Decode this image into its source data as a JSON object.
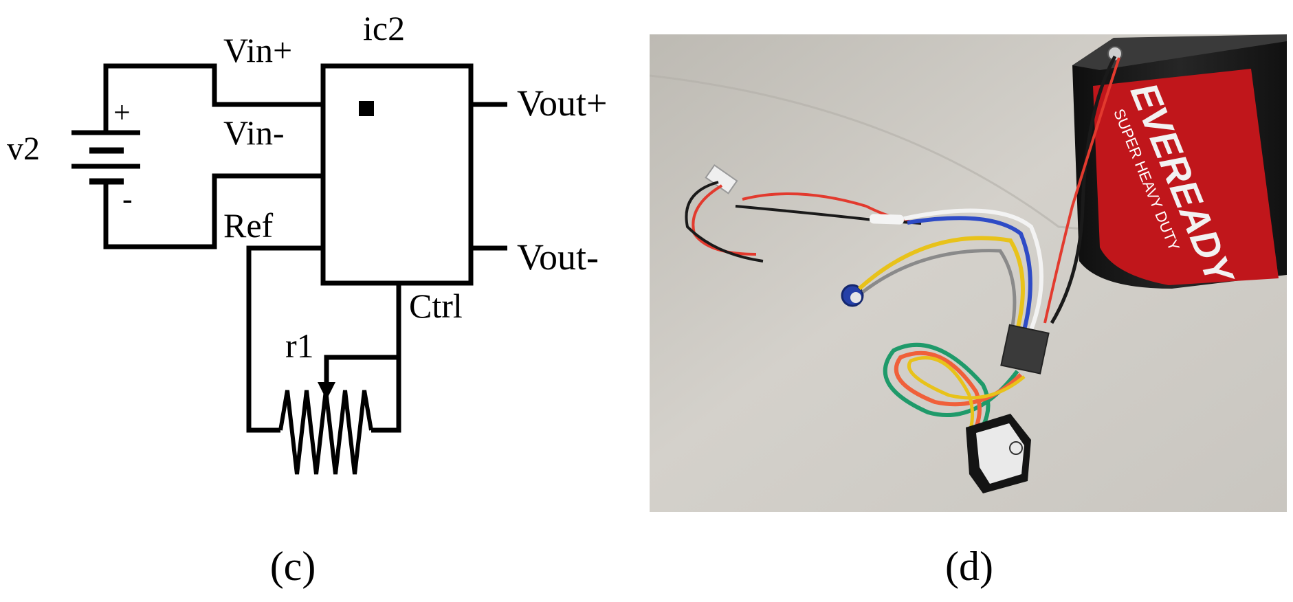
{
  "panel_c": {
    "caption": "(c)",
    "component_labels": {
      "v2": "v2",
      "ic2": "ic2",
      "r1": "r1",
      "plus": "+",
      "minus": "-"
    },
    "pin_labels": {
      "vin_plus": "Vin+",
      "vin_minus": "Vin-",
      "ref": "Ref",
      "ctrl": "Ctrl",
      "vout_plus": "Vout+",
      "vout_minus": "Vout-"
    }
  },
  "panel_d": {
    "caption": "(d)",
    "battery_brand": "EVEREADY",
    "battery_tagline": "SUPER HEAVY DUTY",
    "colors": {
      "wall": "#c9c6bf",
      "battery_body": "#1c1c1c",
      "battery_red": "#c0161b",
      "wire_red": "#e23a2e",
      "wire_black": "#1a1a1a",
      "wire_white": "#f3f3f3",
      "wire_blue": "#2e4bc6",
      "wire_yellow": "#e8c21a",
      "wire_green": "#1f9a6a",
      "wire_orange": "#f0603a"
    }
  }
}
